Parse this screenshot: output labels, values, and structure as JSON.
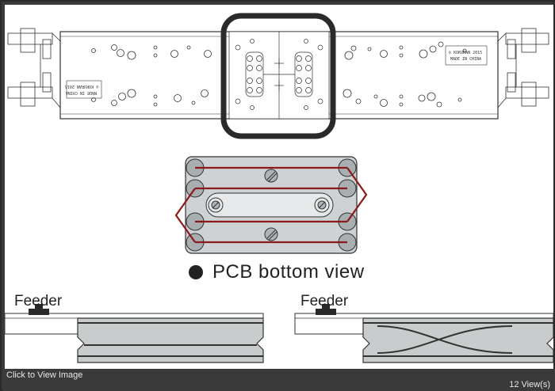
{
  "viewer": {
    "click_label": "Click to View Image",
    "views_count": "12",
    "views_suffix": "View(s)"
  },
  "figure": {
    "pcb_caption": "PCB bottom view",
    "feeder_left": "Feeder",
    "feeder_right": "Feeder",
    "chassis_print": {
      "left_line1": "MADE IN CHINA",
      "left_line2": "© KOKURAN 2015",
      "right_line1": "© KOKURAN 2015",
      "right_line2": "MADE IN CHINA"
    }
  },
  "colors": {
    "frame_bg": "#3a3a3a",
    "wire": "#8b1a1a",
    "track_fill": "#c8cccd",
    "highlight_box": "#2a2a2a"
  }
}
